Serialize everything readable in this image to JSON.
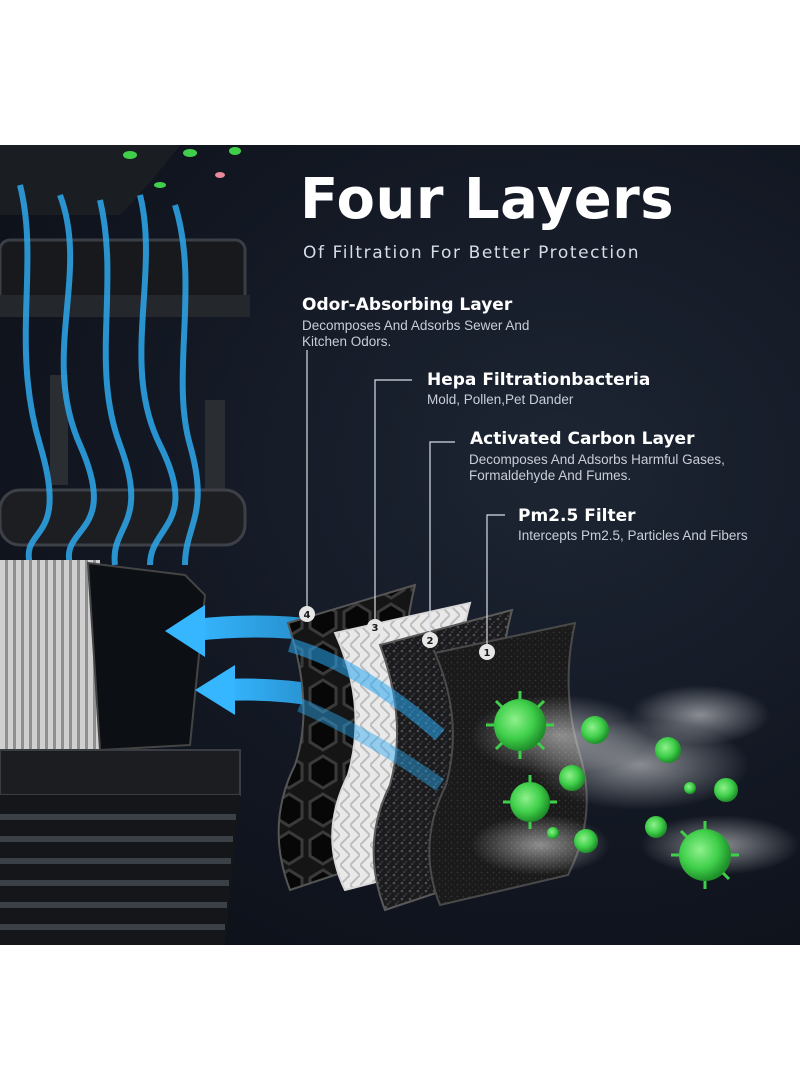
{
  "header": {
    "title": "Four Layers",
    "subtitle": "Of Filtration For Better Protection"
  },
  "layers": [
    {
      "number": "4",
      "title": "Odor-Absorbing Layer",
      "description_line1": "Decomposes And Adsorbs Sewer And",
      "description_line2": "Kitchen Odors."
    },
    {
      "number": "3",
      "title": "Hepa Filtrationbacteria",
      "description_line1": "Mold, Pollen,Pet Dander",
      "description_line2": ""
    },
    {
      "number": "2",
      "title": "Activated Carbon Layer",
      "description_line1": "Decomposes And Adsorbs Harmful Gases,",
      "description_line2": "Formaldehyde And Fumes."
    },
    {
      "number": "1",
      "title": "Pm2.5 Filter",
      "description_line1": "Intercepts Pm2.5, Particles And Fibers",
      "description_line2": ""
    }
  ],
  "colors": {
    "background": "#121722",
    "accent_blue": "#2aa8f0",
    "virus_green": "#3fcf4a",
    "text_white": "#ffffff",
    "text_gray": "#c9ced8"
  }
}
